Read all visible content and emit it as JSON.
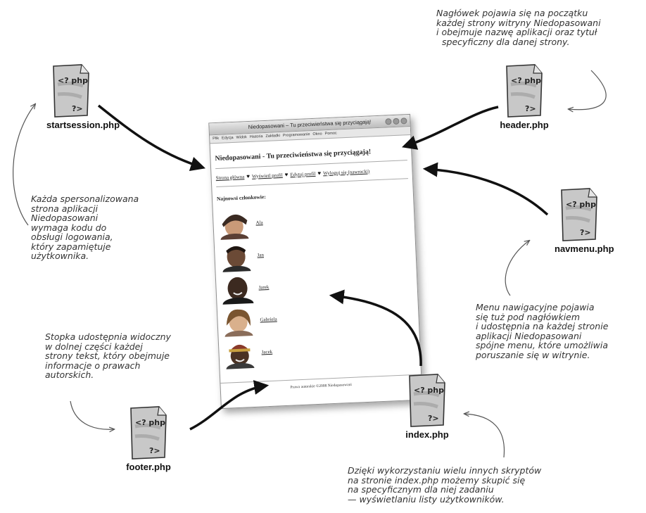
{
  "window": {
    "title": "Niedopasowani – Tu przeciwieństwa się przyciągają!",
    "menu": [
      "Plik",
      "Edycja",
      "Widok",
      "Historia",
      "Zakładki",
      "Programowanie",
      "Okno",
      "Pomoc"
    ]
  },
  "page": {
    "header": "Niedopasowani - Tu przeciwieństwa się przyciągają!",
    "nav": [
      "Strona główna",
      "Wyświetl profil",
      "Edytuj profil",
      "Wyloguj się (nawrocki)"
    ],
    "members_heading": "Najnowsi członkowie:",
    "members": [
      "Ala",
      "Jan",
      "Jarek",
      "Gabriela",
      "Jacek"
    ],
    "footer": "Prawa autorskie ©2008 Niedopasowani"
  },
  "files": {
    "startsession": "startsession.php",
    "header": "header.php",
    "navmenu": "navmenu.php",
    "index": "index.php",
    "footer": "footer.php"
  },
  "icon_labels": {
    "open_tag": "<? php",
    "close_tag": "?>"
  },
  "notes": {
    "header": [
      "Nagłówek pojawia się na początku",
      "każdej strony witryny Niedopasowani",
      "i obejmuje nazwę aplikacji oraz tytuł",
      "specyficzny dla danej strony."
    ],
    "session": [
      "Każda spersonalizowana",
      "strona aplikacji",
      "Niedopasowani",
      "wymaga kodu do",
      "obsługi logowania,",
      "który zapamiętuje",
      "użytkownika."
    ],
    "navmenu": [
      "Menu nawigacyjne pojawia",
      "się tuż pod nagłówkiem",
      "i udostępnia na każdej stronie",
      "aplikacji Niedopasowani",
      "spójne menu, które umożliwia",
      "poruszanie się w witrynie."
    ],
    "footer": [
      "Stopka udostępnia widoczny",
      "w dolnej części każdej",
      "strony tekst, który obejmuje",
      "informacje o prawach",
      "autorskich."
    ],
    "index": [
      "Dzięki wykorzystaniu wielu innych skryptów",
      "na stronie index.php możemy skupić się",
      "na specyficznym dla niej zadaniu",
      "— wyświetlaniu listy użytkowników."
    ]
  }
}
